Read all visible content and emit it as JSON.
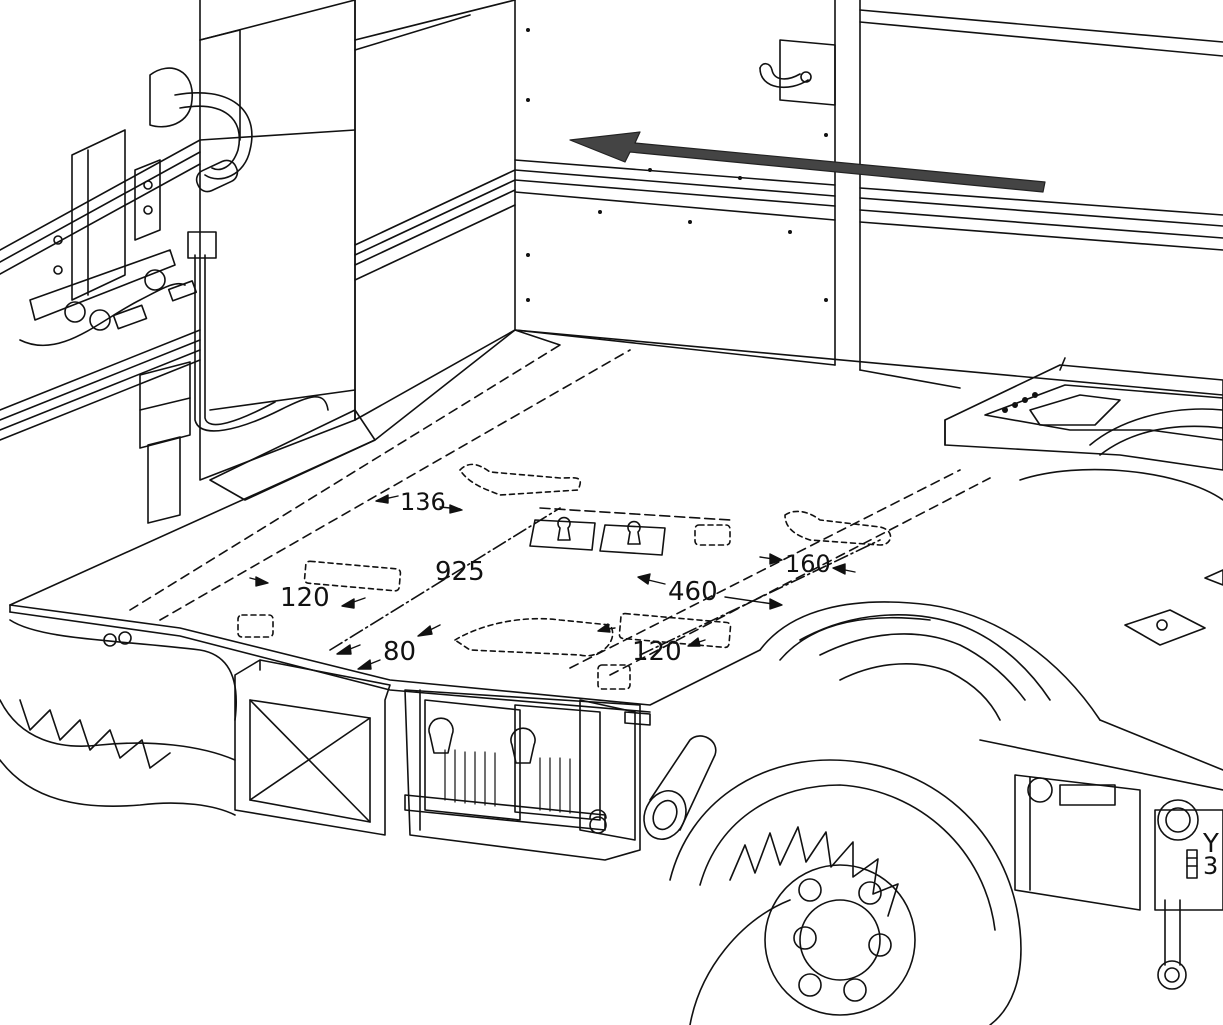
{
  "diagram": {
    "dimensions": {
      "d136": "136",
      "d925": "925",
      "d120_left": "120",
      "d80": "80",
      "d460": "460",
      "d160": "160",
      "d120_right": "120"
    },
    "plate_label": {
      "line1": "Y",
      "line2": "3"
    },
    "colors": {
      "ink": "#111111",
      "paper": "#ffffff",
      "arrow": "#444444"
    }
  }
}
